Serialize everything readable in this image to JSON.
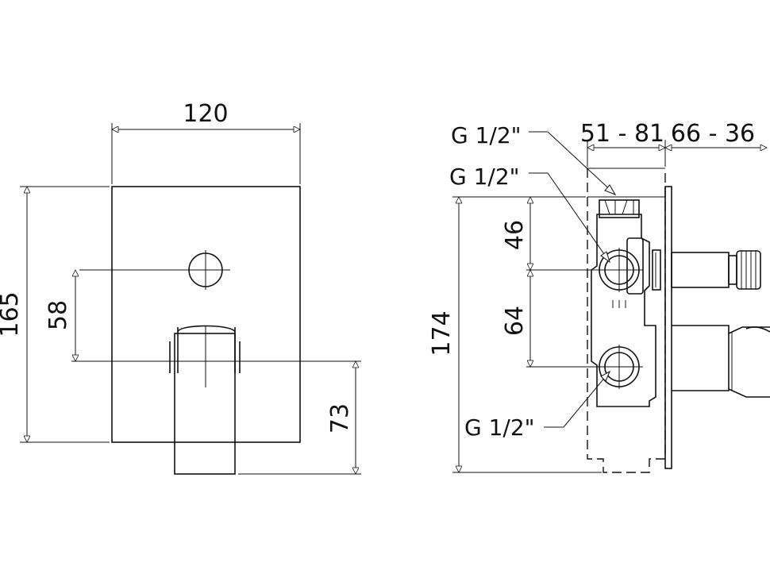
{
  "front_view": {
    "width_label": "120",
    "height_label": "165",
    "spacing_label": "58",
    "lever_label": "73"
  },
  "side_view": {
    "depth_label_1": "51 - 81",
    "depth_label_2": "66 - 36",
    "height_label": "174",
    "upper_spacing_label": "46",
    "lower_spacing_label": "64",
    "thread_top_label": "G 1/2\"",
    "thread_mid_label": "G 1/2\"",
    "thread_bottom_label": "G 1/2\""
  }
}
